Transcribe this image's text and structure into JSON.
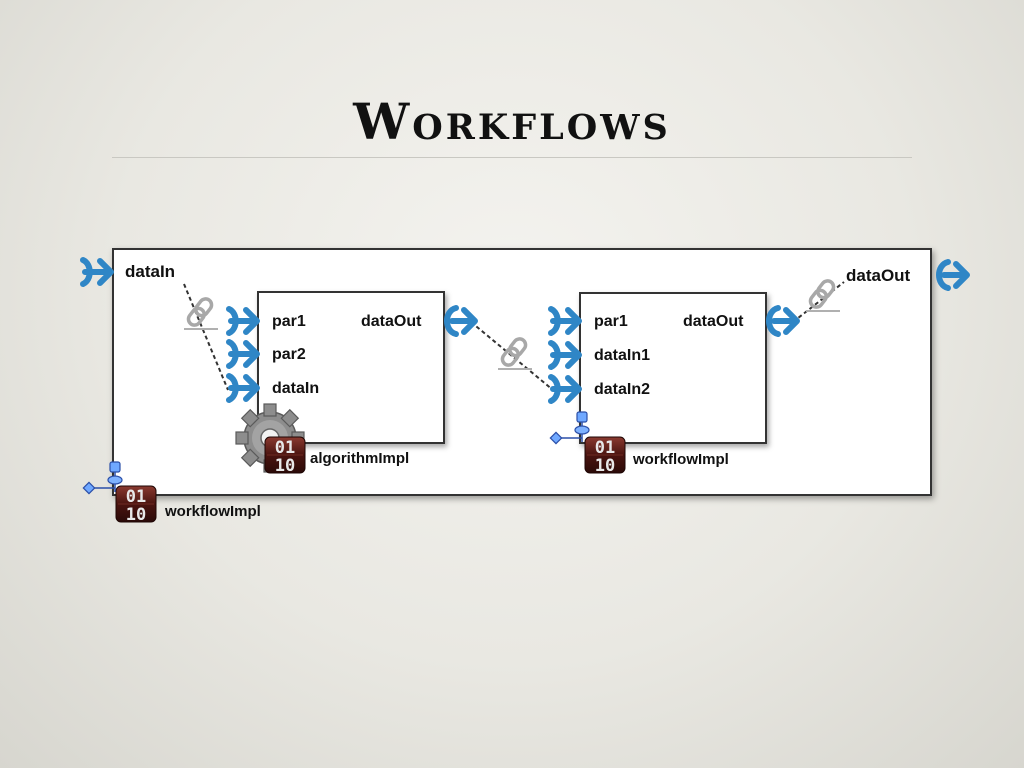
{
  "slide": {
    "title": "Workflows"
  },
  "diagram": {
    "outer": {
      "input_label": "dataIn",
      "output_label": "dataOut",
      "impl_label": "workflowImpl",
      "impl_badge": [
        "01",
        "10"
      ]
    },
    "algorithm_block": {
      "inputs": [
        "par1",
        "par2",
        "dataIn"
      ],
      "output": "dataOut",
      "impl_label": "algorithmImpl",
      "impl_badge": [
        "01",
        "10"
      ]
    },
    "workflow_block": {
      "inputs": [
        "par1",
        "dataIn1",
        "dataIn2"
      ],
      "output": "dataOut",
      "impl_label": "workflowImpl",
      "impl_badge": [
        "01",
        "10"
      ]
    }
  },
  "colors": {
    "port_blue": "#2f86c6",
    "link_gray": "#a8a8a8",
    "badge_dark": "#4a1410",
    "icon_blue": "#3c6fd1"
  },
  "icons": [
    "port-in-arrow-icon",
    "port-out-arrow-icon",
    "chain-link-icon",
    "gear-icon",
    "binary-badge-icon",
    "connector-tree-icon"
  ]
}
